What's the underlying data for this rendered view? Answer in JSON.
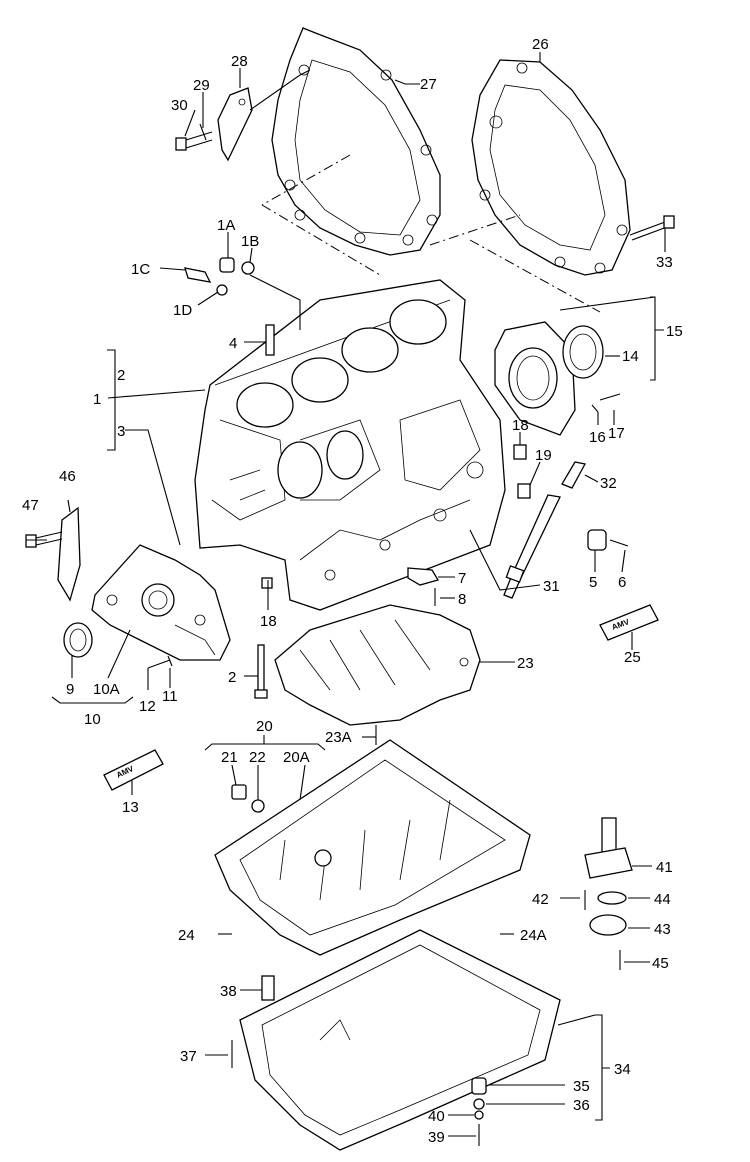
{
  "callouts": {
    "p1": "1",
    "p1A": "1A",
    "p1B": "1B",
    "p1C": "1C",
    "p1D": "1D",
    "p2a": "2",
    "p2b": "2",
    "p3": "3",
    "p4": "4",
    "p5": "5",
    "p6": "6",
    "p7": "7",
    "p8": "8",
    "p9": "9",
    "p10": "10",
    "p10A": "10A",
    "p11": "11",
    "p12": "12",
    "p13": "13",
    "p14": "14",
    "p15": "15",
    "p16": "16",
    "p17": "17",
    "p18a": "18",
    "p18b": "18",
    "p19": "19",
    "p20": "20",
    "p20A": "20A",
    "p21": "21",
    "p22": "22",
    "p23": "23",
    "p23A": "23A",
    "p24": "24",
    "p24A": "24A",
    "p25": "25",
    "p26": "26",
    "p27": "27",
    "p28": "28",
    "p29": "29",
    "p30": "30",
    "p31": "31",
    "p32": "32",
    "p33": "33",
    "p34": "34",
    "p35": "35",
    "p36": "36",
    "p37": "37",
    "p38": "38",
    "p39": "39",
    "p40": "40",
    "p41": "41",
    "p42": "42",
    "p43": "43",
    "p44": "44",
    "p45": "45",
    "p46": "46",
    "p47": "47"
  },
  "tube_text": "AMV"
}
